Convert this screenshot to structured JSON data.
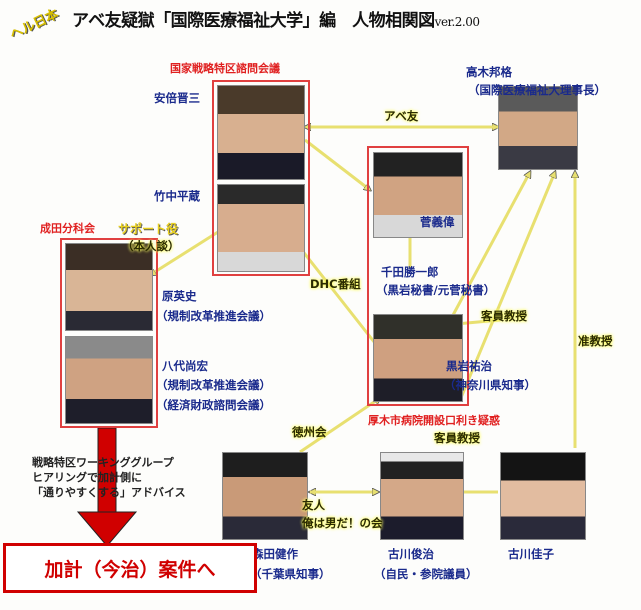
{
  "header": {
    "badge": "ヘル日本",
    "title": "アベ友疑獄「国際医療福祉大学」編　人物相関図",
    "version": "ver.2.00"
  },
  "groups": {
    "council": "国家戦略特区諮問会議",
    "narita": "成田分科会",
    "atsugi": "厚木市病院開設口利き疑惑"
  },
  "people": {
    "abe": {
      "name": "安倍晋三"
    },
    "takenaka": {
      "name": "竹中平蔵"
    },
    "hara": {
      "name": "原英史",
      "role": "（規制改革推進会議）"
    },
    "yashiro": {
      "name": "八代尚宏",
      "role1": "（規制改革推進会議）",
      "role2": "（経済財政諮問会議）"
    },
    "takagi": {
      "name": "高木邦格",
      "role": "（国際医療福祉大理事長）"
    },
    "suga": {
      "name": "菅義偉"
    },
    "senda": {
      "name": "千田勝一郎",
      "role": "（黒岩秘書/元菅秘書）"
    },
    "kuroiwa": {
      "name": "黒岩祐治",
      "role": "（神奈川県知事）"
    },
    "morita": {
      "name": "森田健作",
      "role": "（千葉県知事）"
    },
    "furukawa_t": {
      "name": "古川俊治",
      "role": "（自民・参院議員）"
    },
    "furukawa_k": {
      "name": "古川佳子"
    }
  },
  "relations": {
    "abe_tomo": "アベ友",
    "support": "サポート役",
    "support_note": "（本人談）",
    "dhc": "DHC番組",
    "guest_prof_1": "客員教授",
    "guest_prof_2": "客員教授",
    "assoc_prof": "准教授",
    "tokushukai": "徳州会",
    "friend": "友人",
    "ore_no_kai": "俺は男だ！の会"
  },
  "advice": {
    "line1": "戦略特区ワーキンググループ",
    "line2": "ヒアリングで加計側に",
    "line3": "「通りやすくする」アドバイス"
  },
  "case": {
    "label": "加計（今治）案件へ"
  },
  "colors": {
    "red": "#e02020",
    "blue": "#1a2a8c",
    "arrow": "#e8e070",
    "caseRed": "#d00000"
  }
}
